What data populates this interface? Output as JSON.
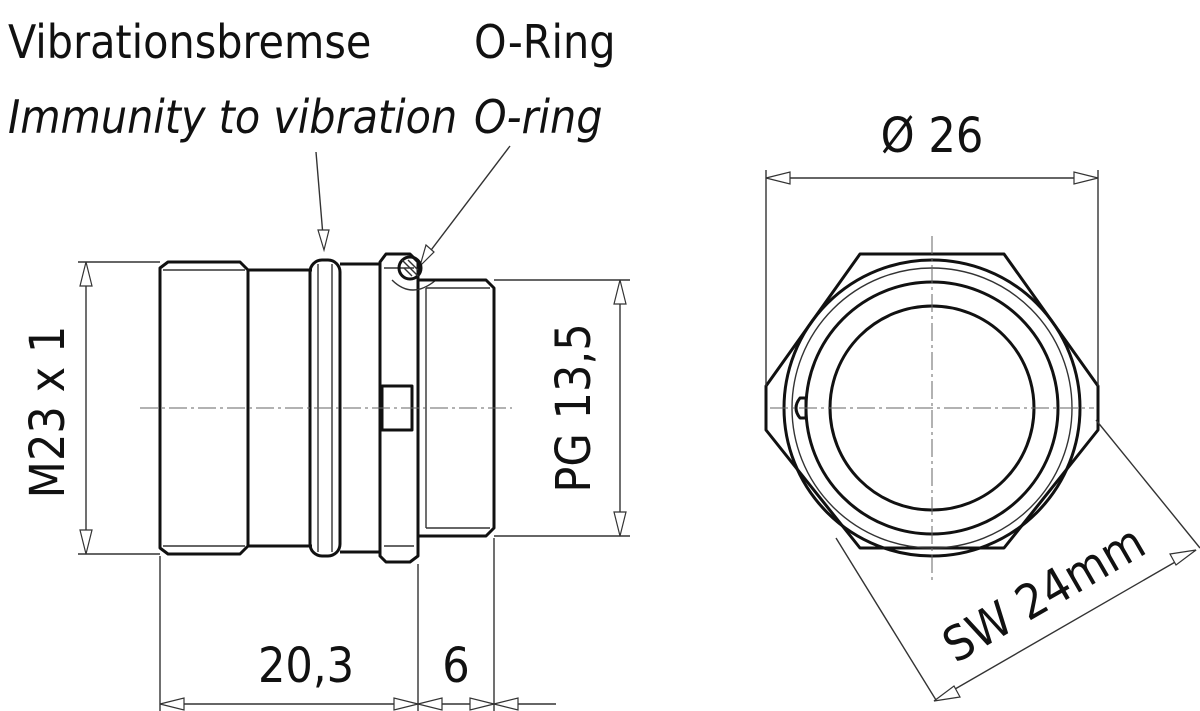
{
  "labels": {
    "vibration_de": "Vibrationsbremse",
    "vibration_en": "Immunity to vibration",
    "oring_de": "O-Ring",
    "oring_en": "O-ring"
  },
  "dimensions": {
    "thread": "M23 x 1",
    "pg": "PG 13,5",
    "length_main": "20,3",
    "length_tail": "6",
    "diameter": "Ø 26",
    "wrench": "SW 24mm"
  }
}
